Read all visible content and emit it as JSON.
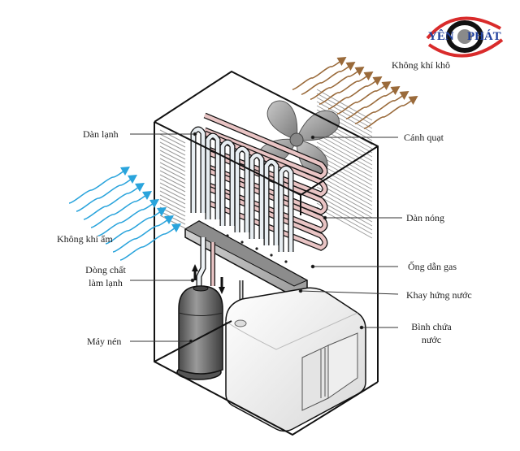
{
  "diagram": {
    "title": "Dehumidifier components",
    "logo": {
      "left_text": "YÊN",
      "right_text": "PHÁT",
      "colors": {
        "red": "#d92b2b",
        "blue": "#1f3f9c",
        "black": "#111111",
        "gray": "#8a8a8a"
      }
    },
    "labels": {
      "dry_air": "Không khí khô",
      "evaporator": "Dàn lạnh",
      "fan": "Cánh quạt",
      "condenser": "Dàn nóng",
      "humid_air": "Không khí ẩm",
      "refrigerant_flow_line1": "Dòng chất",
      "refrigerant_flow_line2": "làm lạnh",
      "gas_pipe": "Ống dẫn gas",
      "drip_tray": "Khay hứng nước",
      "water_tank_line1": "Bình chứa",
      "water_tank_line2": "nước",
      "compressor": "Máy nén"
    },
    "colors": {
      "humid_air_arrows": "#2aa4dc",
      "dry_air_arrows": "#9a6a3a",
      "condenser_tube": "#e9c4c4",
      "evaporator_tube": "#e8eef2",
      "compressor": "#6f6f6f",
      "tank": "#f2f2f2",
      "outline": "#111111"
    }
  }
}
